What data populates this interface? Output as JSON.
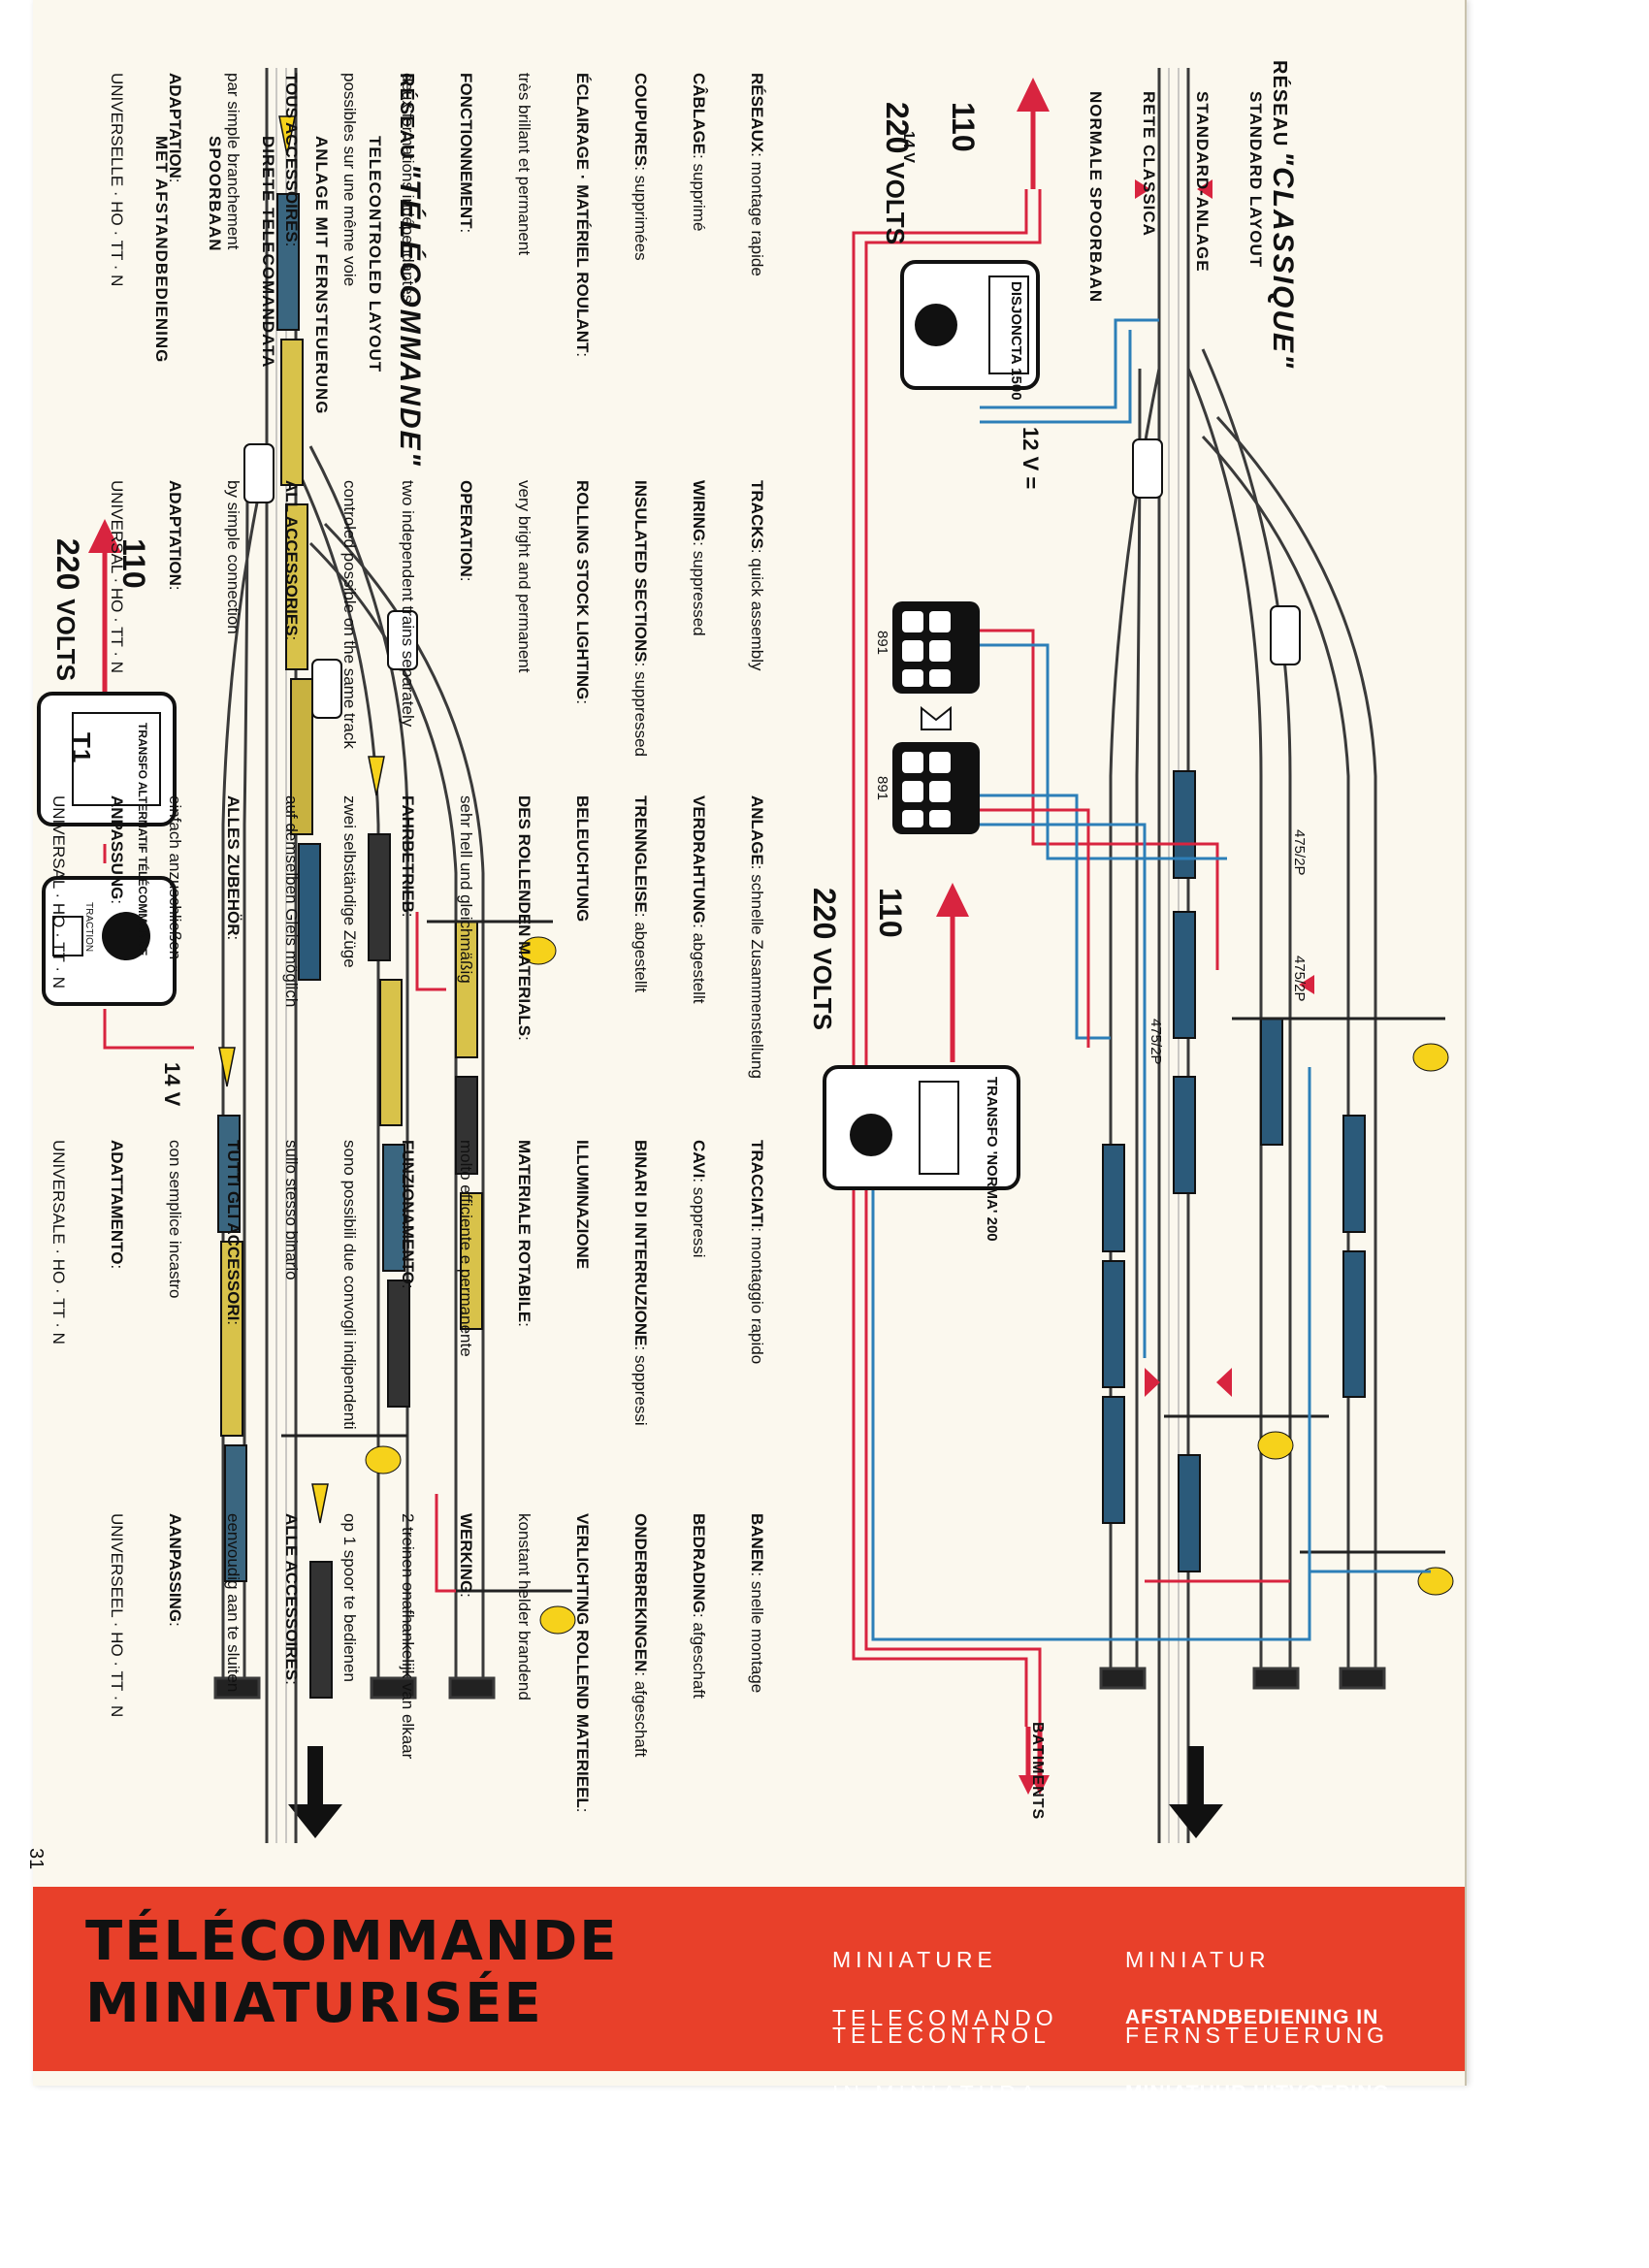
{
  "page_number": "31",
  "classique": {
    "title_prefix": "RÉSEAU",
    "title": "\"CLASSIQUE\"",
    "subtitles": [
      "STANDARD LAYOUT",
      "STANDARD-ANLAGE",
      "RETE CLASSICA",
      "NORMALE SPOORBAAN"
    ],
    "mains": {
      "v1": "110",
      "v2": "220",
      "unit": "VOLTS"
    },
    "ac_label": "14 V",
    "dc_label": "12 V =",
    "disjoncteur": "DISJONCTA 1500",
    "transfo": "TRANSFO 'NORMA' 200",
    "transfo_mains": {
      "v1": "110",
      "v2": "220",
      "unit": "VOLTS"
    },
    "switch_codes": [
      "891",
      "891"
    ],
    "turnout_codes": [
      "475/2P",
      "475/2P",
      "475/2P"
    ],
    "batiments": "BATIMENTS"
  },
  "telecommande": {
    "title_prefix": "RÉSEAU",
    "title": "\"TÉLÉCOMMANDE\"",
    "subtitles": [
      "TELECONTROLED LAYOUT",
      "ANLAGE MIT FERNSTEUERUNG",
      "DIRETE TELECOMANDATA",
      "SPOORBAAN",
      "MET AFSTANDBEDIENING"
    ],
    "mains": {
      "v1": "110",
      "v2": "220",
      "unit": "VOLTS"
    },
    "ac_label": "14 V",
    "transfo": "TRANSFO ALTERNATIF TÉLÉCOMMANDE",
    "transfo_id": "T1",
    "controller": "TRACTION"
  },
  "text_fr": [
    {
      "k": "RÉSEAUX",
      "v": ": montage rapide"
    },
    {
      "k": "CÂBLAGE",
      "v": ": supprimé"
    },
    {
      "k": "COUPURES",
      "v": ": supprimées"
    },
    {
      "k": "ÉCLAIRAGE · MATÉRIEL ROULANT",
      "v": ":"
    },
    {
      "k": "",
      "v": "très brillant et permanent"
    },
    {
      "k": "FONCTIONNEMENT",
      "v": ":"
    },
    {
      "k": "",
      "v": "deux formations indépendantes"
    },
    {
      "k": "",
      "v": "possibles sur une même voie"
    },
    {
      "k": "TOUS ACCESSOIRES",
      "v": ":"
    },
    {
      "k": "",
      "v": "par simple branchement"
    },
    {
      "k": "ADAPTATION",
      "v": ":"
    },
    {
      "k": "",
      "v": "UNIVERSELLE · HO · TT · N"
    }
  ],
  "text_en": [
    {
      "k": "TRACKS",
      "v": ": quick assembly"
    },
    {
      "k": "WIRING",
      "v": ": suppressed"
    },
    {
      "k": "INSULATED SECTIONS",
      "v": ": suppressed"
    },
    {
      "k": "ROLLING STOCK LIGHTING",
      "v": ":"
    },
    {
      "k": "",
      "v": "very bright and permanent"
    },
    {
      "k": "OPERATION",
      "v": ":"
    },
    {
      "k": "",
      "v": "two independent trains separately"
    },
    {
      "k": "",
      "v": "controled possible on the same track"
    },
    {
      "k": "ALL ACCESSORIES",
      "v": ":"
    },
    {
      "k": "",
      "v": "by simple connection"
    },
    {
      "k": "ADAPTATION",
      "v": ":"
    },
    {
      "k": "",
      "v": "UNIVERSAL · HO · TT · N"
    }
  ],
  "text_de": [
    {
      "k": "ANLAGE",
      "v": ": schnelle Zusammenstellung"
    },
    {
      "k": "VERDRAHTUNG",
      "v": ": abgestellt"
    },
    {
      "k": "TRENNGLEISE",
      "v": ": abgestellt"
    },
    {
      "k": "BELEUCHTUNG",
      "v": ""
    },
    {
      "k": "DES ROLLENDEN MATERIALS",
      "v": ":"
    },
    {
      "k": "",
      "v": "sehr hell und gleichmäßig"
    },
    {
      "k": "FAHRBETRIEB",
      "v": ":"
    },
    {
      "k": "",
      "v": "zwei selbständige Züge"
    },
    {
      "k": "",
      "v": "auf demselben Gleis möglich"
    },
    {
      "k": "ALLES ZUBEHÖR",
      "v": ":"
    },
    {
      "k": "",
      "v": "einfach anzuschließen"
    },
    {
      "k": "ANPASSUNG",
      "v": ":"
    },
    {
      "k": "",
      "v": "UNIVERSAL · HO · TT · N"
    }
  ],
  "text_it": [
    {
      "k": "TRACCIATI",
      "v": ": montaggio rapido"
    },
    {
      "k": "CAVI",
      "v": ": soppressi"
    },
    {
      "k": "BINARI DI INTERRUZIONE",
      "v": ": soppressi"
    },
    {
      "k": "ILLUMINAZIONE",
      "v": ""
    },
    {
      "k": "MATERIALE ROTABILE",
      "v": ":"
    },
    {
      "k": "",
      "v": "molto efficiente e permanente"
    },
    {
      "k": "FUNZIONAMENTO",
      "v": ":"
    },
    {
      "k": "",
      "v": "sono possibili due convogli indipendenti"
    },
    {
      "k": "",
      "v": "sullo stesso binario"
    },
    {
      "k": "TUTTI GLI ACCESSORI",
      "v": ":"
    },
    {
      "k": "",
      "v": "con semplice incastro"
    },
    {
      "k": "ADATTAMENTO",
      "v": ":"
    },
    {
      "k": "",
      "v": "UNIVERSALE · HO · TT · N"
    }
  ],
  "text_nl": [
    {
      "k": "BANEN",
      "v": ": snelle montage"
    },
    {
      "k": "BEDRADING",
      "v": ": afgeschaft"
    },
    {
      "k": "ONDERBREKINGEN",
      "v": ": afgeschaft"
    },
    {
      "k": "VERLICHTING ROLLEND MATERIEEL",
      "v": ":"
    },
    {
      "k": "",
      "v": "konstant helder brandend"
    },
    {
      "k": "WERKING",
      "v": ":"
    },
    {
      "k": "",
      "v": "2 treinen onafhankelijk van elkaar"
    },
    {
      "k": "",
      "v": "op 1 spoor te bedienen"
    },
    {
      "k": "ALLE ACCESSOIRES",
      "v": ":"
    },
    {
      "k": "",
      "v": "eenvoudig aan te sluiten"
    },
    {
      "k": "AANPASSING",
      "v": ":"
    },
    {
      "k": "",
      "v": "UNIVERSEEL · HO · TT · N"
    }
  ],
  "banner": {
    "title_line1": "TÉLÉCOMMANDE",
    "title_line2": "MINIATURISÉE",
    "en": [
      "MINIATURE",
      "TELECONTROL"
    ],
    "de": [
      "MINIATUR",
      "FERNSTEUERUNG"
    ],
    "it": [
      "TELECOMANDO",
      "IN MINIATURA"
    ],
    "nl": [
      "AFSTANDBEDIENING IN",
      "MINIATUUR UITVOERING"
    ]
  },
  "colors": {
    "page": "#fbf8ee",
    "banner": "#e8402a",
    "wire_red": "#d8243f",
    "wire_blue": "#2d7fb8",
    "signal_yellow": "#f6d21b",
    "track": "#3a3a3a"
  }
}
